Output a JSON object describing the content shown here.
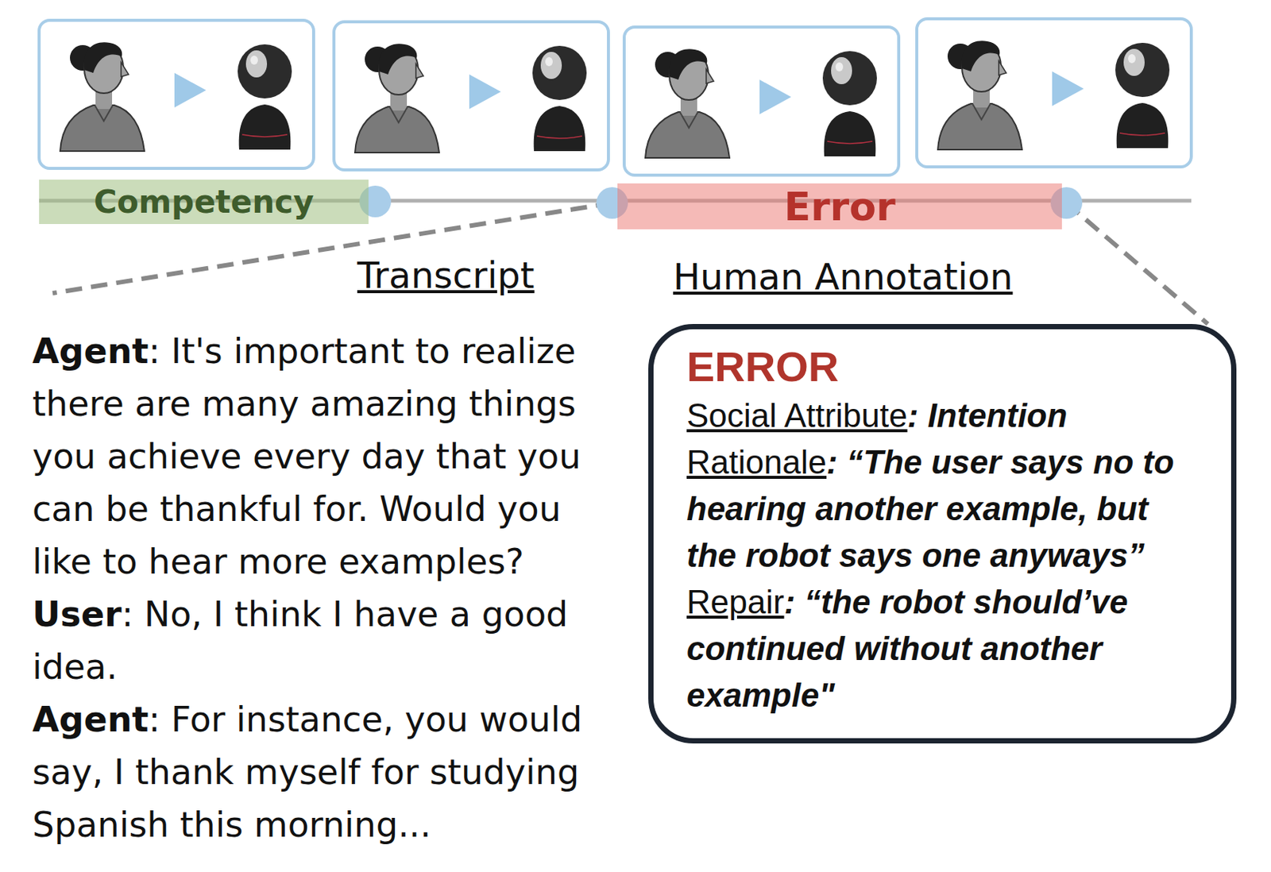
{
  "diagram": {
    "nodes": [
      {
        "text": [
          "Competency"
        ]
      },
      {
        "text": [
          "Error"
        ]
      },
      {
        "text": [
          "ERROR",
          "Social Attribute",
          ": Intention",
          "Rationale",
          ": “The user says no to hearing another example, but the robot says one anyways”",
          "Repair",
          ": “the robot should’ve continued without another example\""
        ]
      }
    ],
    "labels": [
      "Transcript",
      "Human Annotation",
      "Agent",
      ": It's important to realize there are many amazing things you achieve every day that you can be thankful for. Would you like to hear more examples?",
      "User",
      ": No, I think I have a good idea.",
      "Agent",
      ": For instance, you would say, I thank myself for studying Spanish this morning..."
    ]
  }
}
